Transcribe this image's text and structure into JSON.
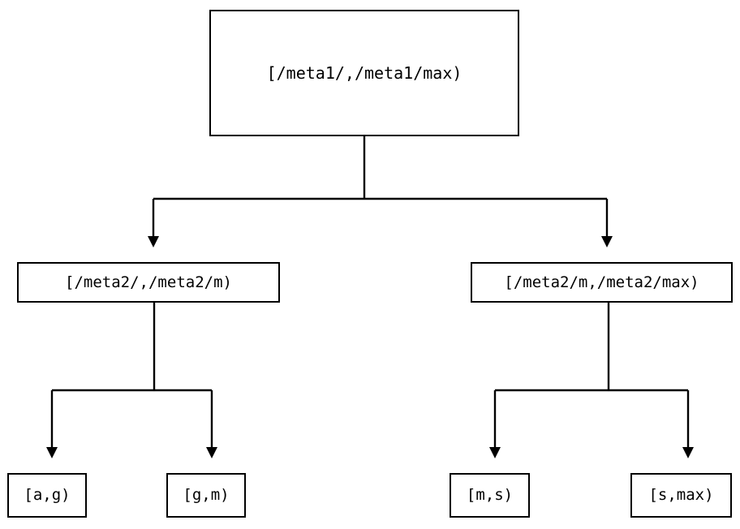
{
  "diagram": {
    "type": "interval-tree",
    "background_color": "#ffffff",
    "line_color": "#000000",
    "text_color": "#000000",
    "nodes": {
      "root": {
        "label": "[/meta1/,/meta1/max)"
      },
      "mid_left": {
        "label": "[/meta2/,/meta2/m)"
      },
      "mid_right": {
        "label": "[/meta2/m,/meta2/max)"
      },
      "leaf_1": {
        "label": "[a,g)"
      },
      "leaf_2": {
        "label": "[g,m)"
      },
      "leaf_3": {
        "label": "[m,s)"
      },
      "leaf_4": {
        "label": "[s,max)"
      }
    },
    "edges": [
      {
        "from": "root",
        "to": "mid_left",
        "arrowhead": "solid-triangle-down"
      },
      {
        "from": "root",
        "to": "mid_right",
        "arrowhead": "solid-triangle-down"
      },
      {
        "from": "mid_left",
        "to": "leaf_1",
        "arrowhead": "solid-triangle-down"
      },
      {
        "from": "mid_left",
        "to": "leaf_2",
        "arrowhead": "solid-triangle-down"
      },
      {
        "from": "mid_right",
        "to": "leaf_3",
        "arrowhead": "solid-triangle-down"
      },
      {
        "from": "mid_right",
        "to": "leaf_4",
        "arrowhead": "solid-triangle-down"
      }
    ]
  }
}
